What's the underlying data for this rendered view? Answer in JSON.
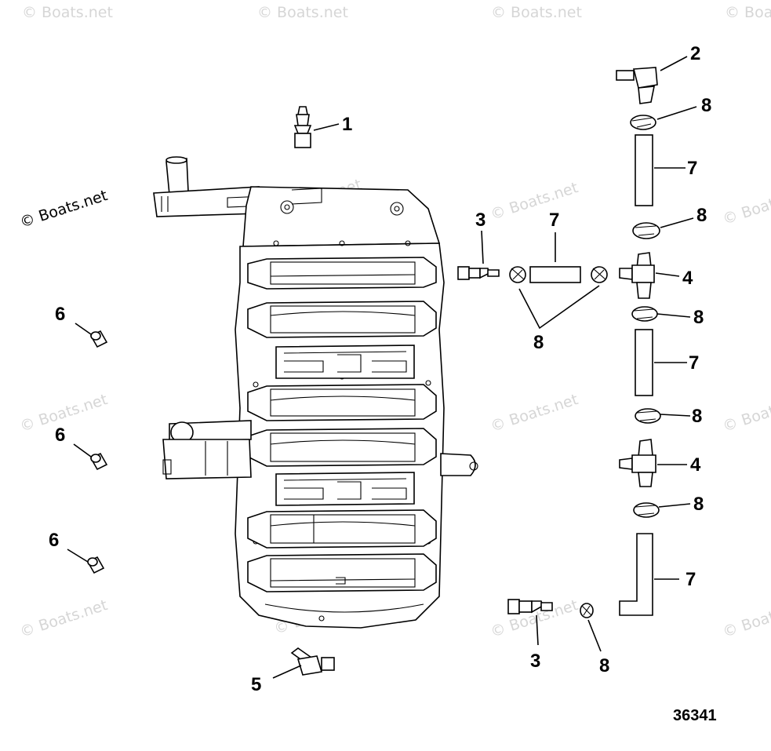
{
  "watermark": "© Boats.net",
  "figure_number": "36341",
  "callouts": {
    "c1": "1",
    "c2": "2",
    "c3a": "3",
    "c3b": "3",
    "c4a": "4",
    "c4b": "4",
    "c5": "5",
    "c6a": "6",
    "c6b": "6",
    "c6c": "6",
    "c7a": "7",
    "c7b": "7",
    "c7c": "7",
    "c7d": "7",
    "c8a": "8",
    "c8b": "8",
    "c8c": "8",
    "c8d": "8",
    "c8e": "8",
    "c8f": "8",
    "c8g": "8"
  }
}
